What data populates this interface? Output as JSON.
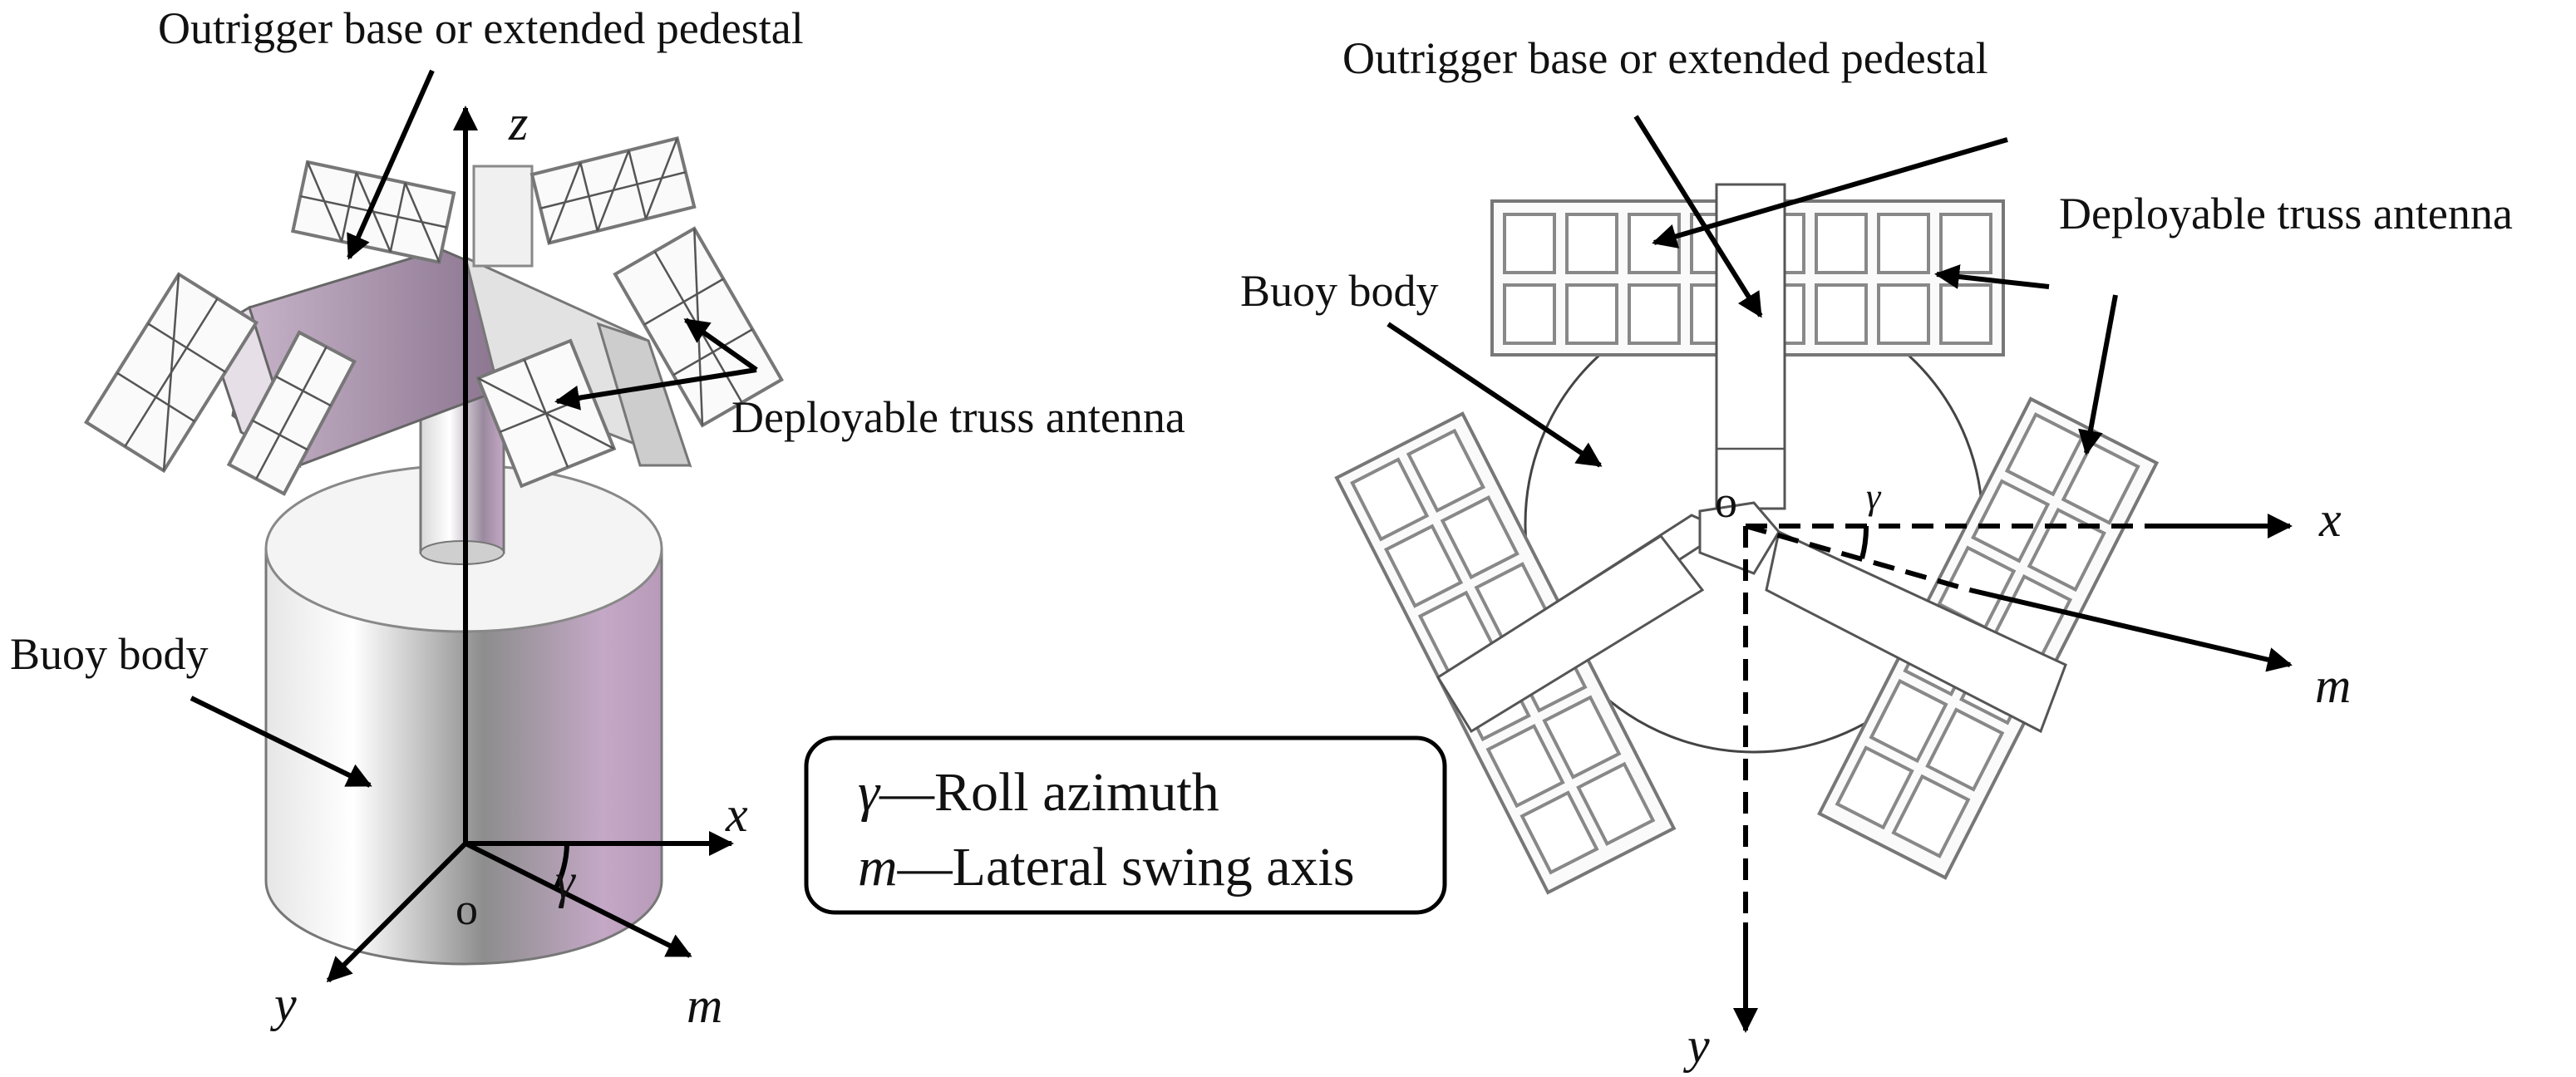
{
  "left_view": {
    "outrigger_label": "Outrigger base or extended pedestal",
    "antenna_label": "Deployable truss antenna",
    "buoy_label": "Buoy body",
    "axis_z": "z",
    "axis_x": "x",
    "axis_y": "y",
    "axis_m": "m",
    "origin": "o",
    "angle": "γ"
  },
  "legend": {
    "line1_symbol": "γ",
    "line1_text": "—Roll azimuth",
    "line2_symbol": "m",
    "line2_text": "—Lateral swing axis"
  },
  "right_view": {
    "outrigger_label": "Outrigger base or extended pedestal",
    "antenna_label": "Deployable truss antenna",
    "buoy_label": "Buoy body",
    "axis_x": "x",
    "axis_y": "y",
    "axis_m": "m",
    "origin": "o",
    "angle": "γ"
  },
  "colors": {
    "buoy_shade": "#c4a8c6",
    "pedestal_shade": "#a893ab"
  }
}
